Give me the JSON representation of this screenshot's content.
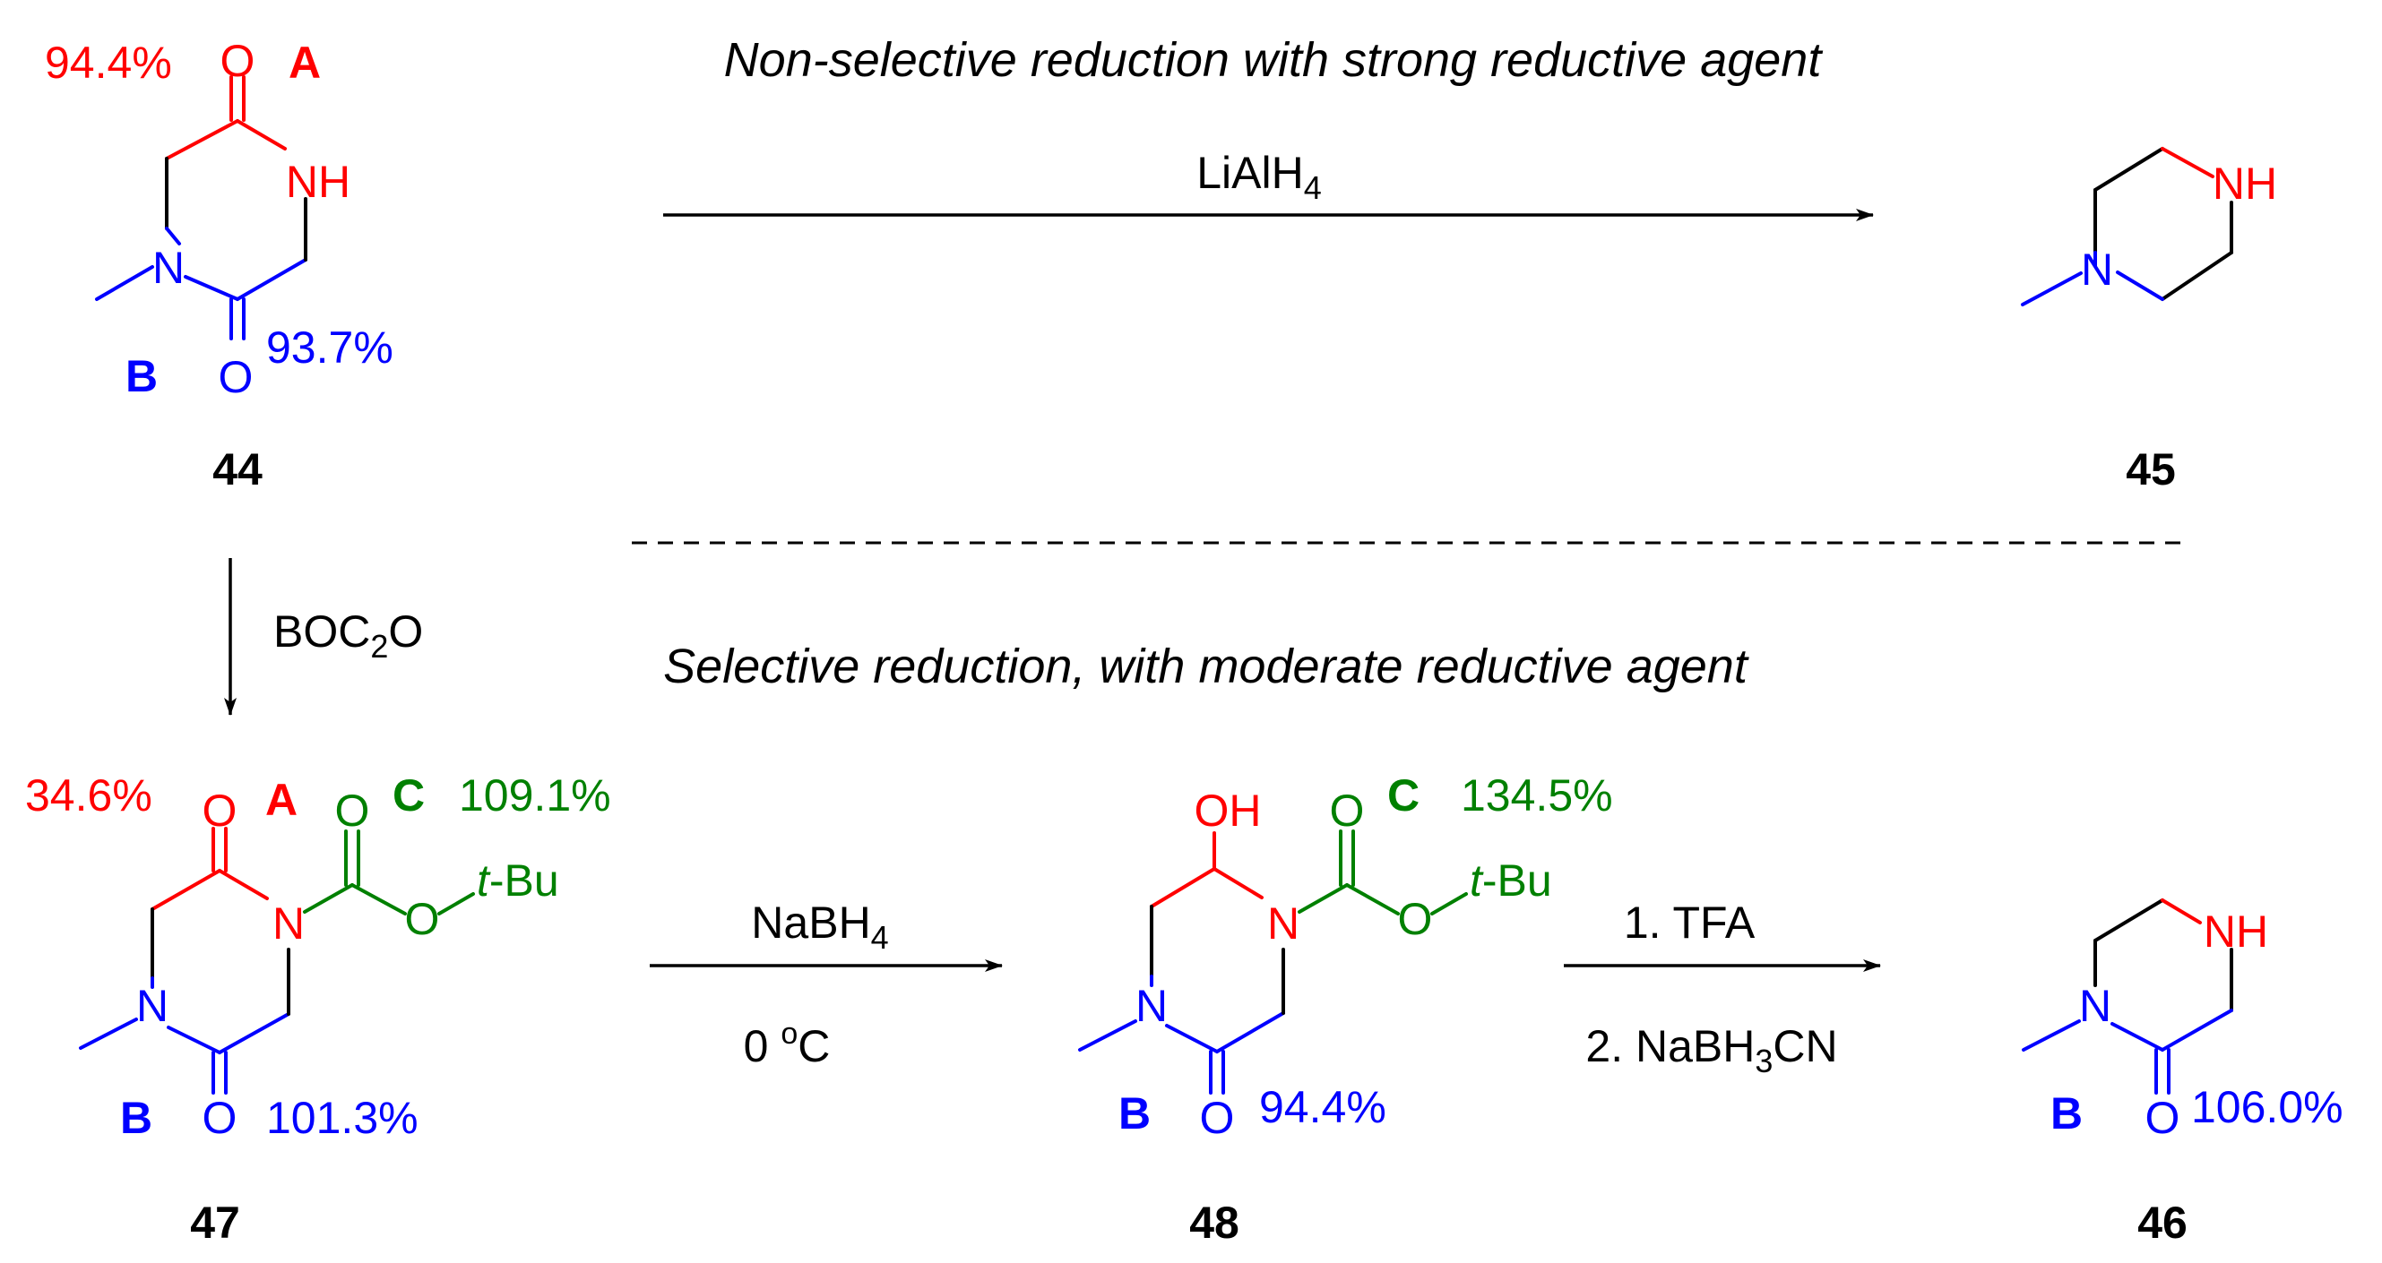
{
  "colors": {
    "red": "#ff0000",
    "blue": "#0000ff",
    "green": "#008000",
    "black": "#000000"
  },
  "headings": {
    "top": "Non-selective reduction with strong reductive agent",
    "bottom": "Selective reduction, with moderate reductive agent"
  },
  "compound_labels": {
    "c44": "44",
    "c45": "45",
    "c46": "46",
    "c47": "47",
    "c48": "48"
  },
  "reagents": {
    "lialh4": "LiAlH",
    "lialh4_sub": "4",
    "boc2o_pre": "BOC",
    "boc2o_sub": "2",
    "boc2o_post": "O",
    "nabh4": "NaBH",
    "nabh4_sub": "4",
    "temp_value": "0 ",
    "temp_deg": "o",
    "temp_unit": "C",
    "tfa": "1. TFA",
    "nabh3cn_pre": "2. NaBH",
    "nabh3cn_sub": "3",
    "nabh3cn_post": "CN"
  },
  "site_labels": {
    "a": "A",
    "b": "B",
    "c": "C"
  },
  "atoms": {
    "o": "O",
    "n": "N",
    "nh": "NH",
    "oh": "OH",
    "t": "t",
    "bu": "-Bu"
  },
  "percents": {
    "c44_a": "94.4%",
    "c44_b": "93.7%",
    "c47_a": "34.6%",
    "c47_c": "109.1%",
    "c47_b": "101.3%",
    "c48_c": "134.5%",
    "c48_b": "94.4%",
    "c46_b": "106.0%"
  }
}
